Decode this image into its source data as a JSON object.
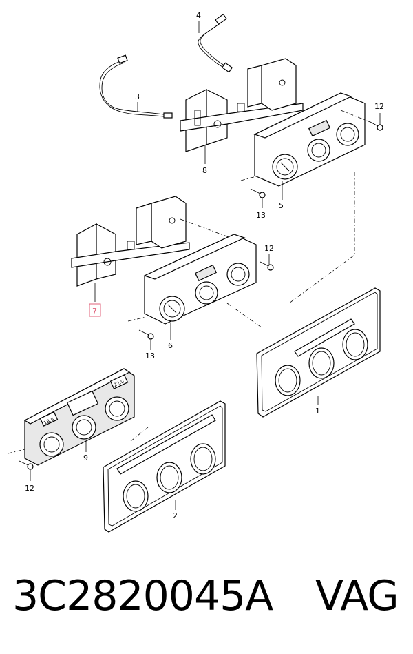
{
  "diagram": {
    "callouts": {
      "c1": "1",
      "c2": "2",
      "c3": "3",
      "c4": "4",
      "c5": "5",
      "c6": "6",
      "c7": "7",
      "c8": "8",
      "c9": "9",
      "c12a": "12",
      "c12b": "12",
      "c12c": "12",
      "c13a": "13",
      "c13b": "13"
    },
    "control_labels": {
      "left_display": "18.5",
      "right_display": "22.0"
    },
    "highlight_color": "#e0607a"
  },
  "footer": {
    "part_number": "3C2820045A",
    "brand": "VAG"
  }
}
